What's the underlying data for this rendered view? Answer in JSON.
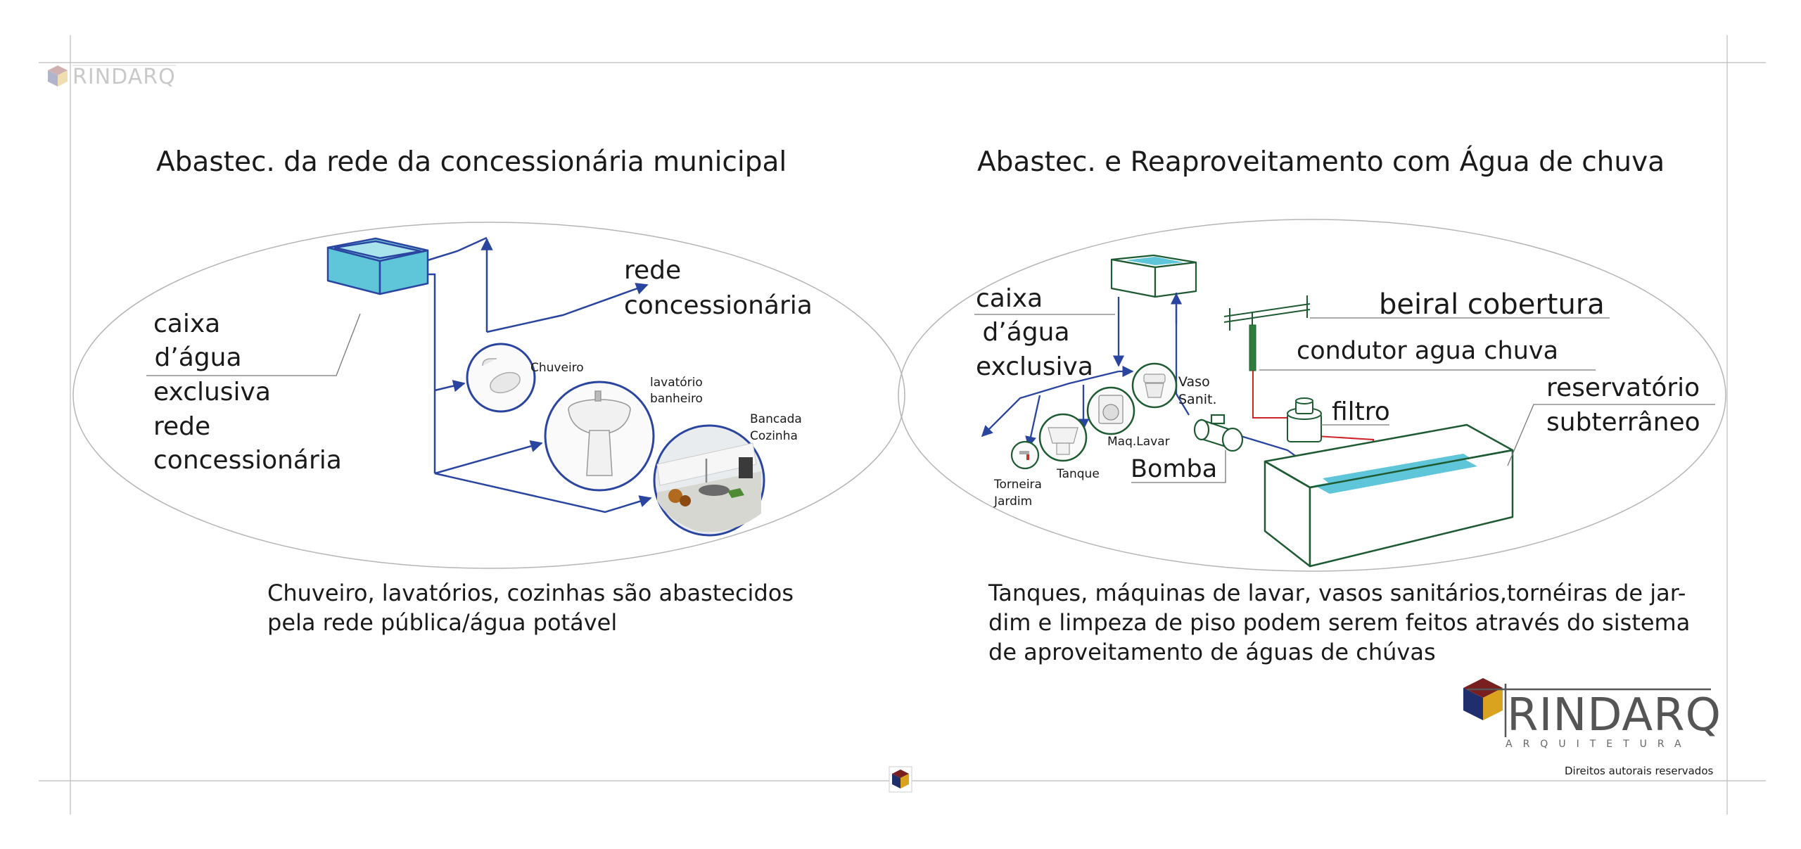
{
  "brand": {
    "name_watermark": "RINDARQ",
    "name": "RINDARQ",
    "subtitle": "ARQUITETURA",
    "colors": {
      "cube_top": "#7a1f1f",
      "cube_left": "#1f2f6e",
      "cube_right": "#d9a21f",
      "text": "#555555"
    }
  },
  "colors": {
    "pipe_blue": "#2a45a0",
    "water_cyan": "#5ec6d8",
    "tank_green": "#1e5a32",
    "rain_red": "#d0242b",
    "frame_grey": "#bbbbbb",
    "ellipse_grey": "#b5b5b5"
  },
  "left": {
    "title": "Abastec. da rede da concessionária municipal",
    "tank_label_lines": [
      "caixa",
      " d’água",
      "exclusiva",
      "rede",
      "concessionária"
    ],
    "supply_label_lines": [
      "rede",
      "concessionária"
    ],
    "fixtures": {
      "shower": "Chuveiro",
      "sink_lines": [
        "lavatório",
        "banheiro"
      ],
      "kitchen_lines": [
        "Bancada",
        "Cozinha"
      ]
    },
    "caption_lines": [
      "Chuveiro, lavatórios, cozinhas são abastecidos",
      "pela rede pública/água potável"
    ]
  },
  "right": {
    "title": "Abastec. e Reaproveitamento com Água de chuva",
    "tank_label_lines": [
      "caixa",
      " d’água",
      "exclusiva"
    ],
    "eave_label": "beiral cobertura",
    "downpipe_label": "condutor agua chuva",
    "filter_label": "filtro",
    "reservoir_label_lines": [
      "reservatório",
      "subterrâneo"
    ],
    "pump_label": "Bomba",
    "fixtures": {
      "toilet_lines": [
        "Vaso",
        "Sanit."
      ],
      "washer": "Maq.Lavar",
      "laundry_tank": "Tanque",
      "garden_tap_lines": [
        "Torneira",
        "Jardim"
      ]
    },
    "caption_lines": [
      "Tanques, máquinas de lavar, vasos sanitários,tornéiras de jar-",
      "dim e limpeza de piso podem serem feitos através do sistema",
      "de aproveitamento de águas de chúvas"
    ]
  },
  "footer": {
    "copyright": "Direitos autorais reservados"
  }
}
